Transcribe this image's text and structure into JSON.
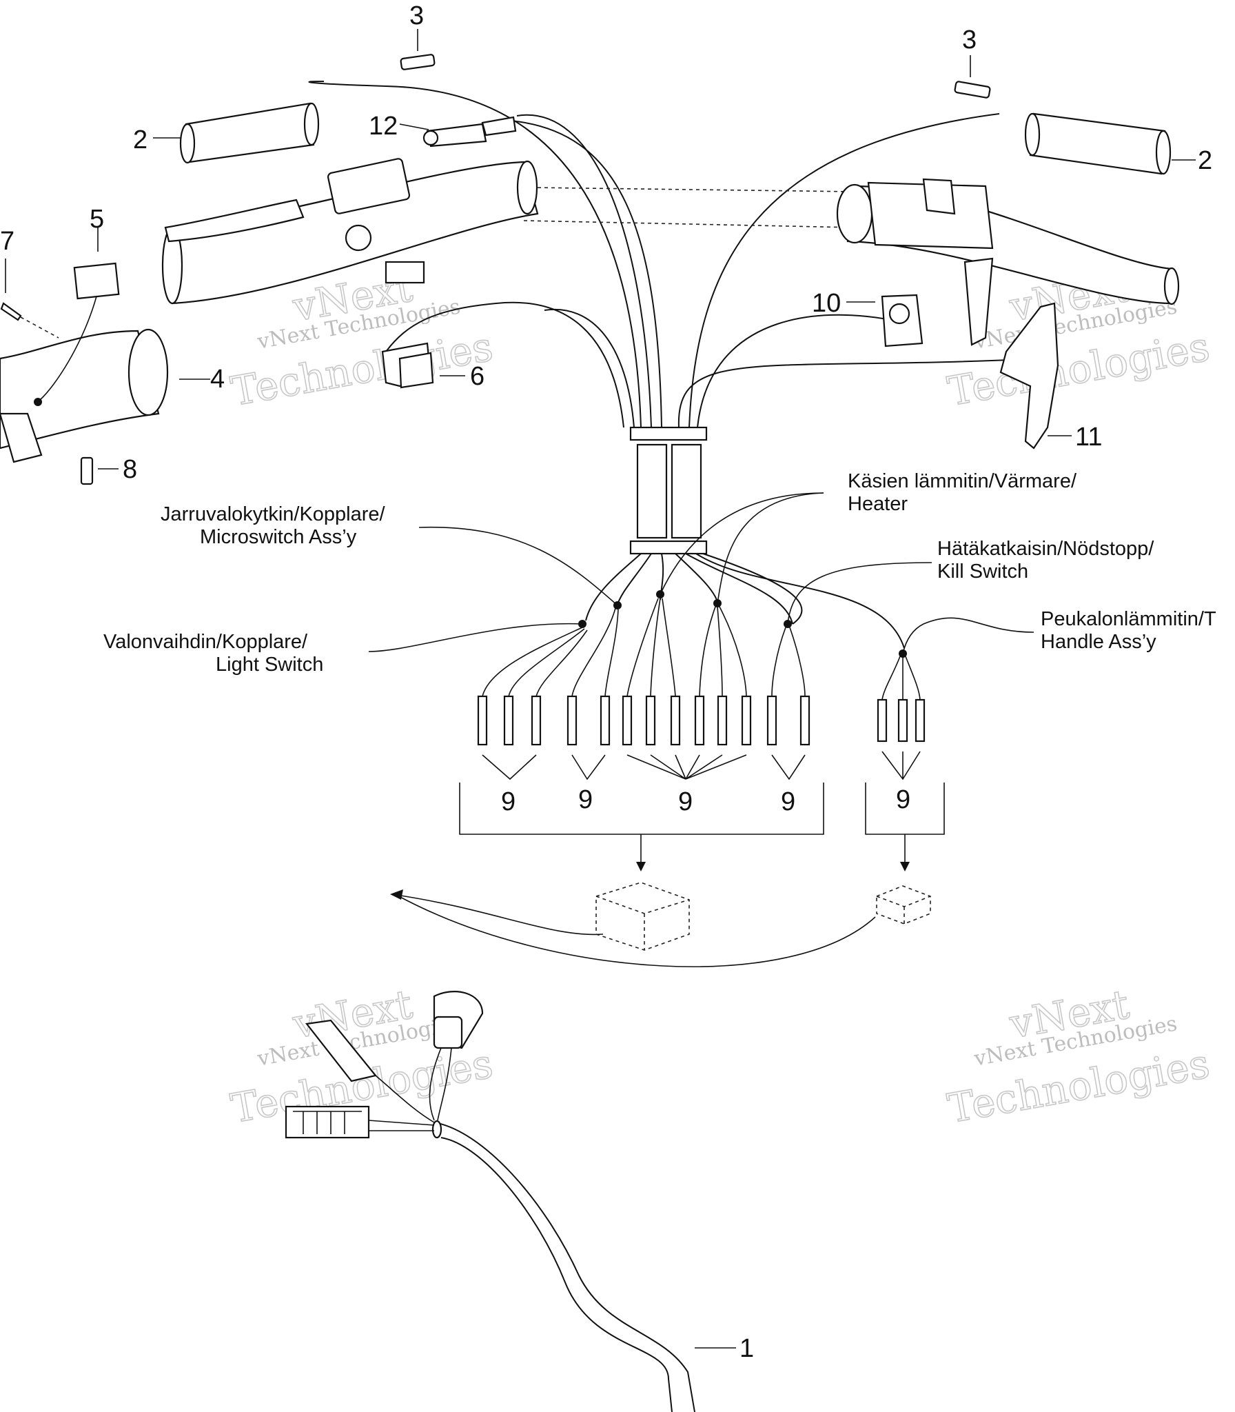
{
  "callouts": {
    "c1": "1",
    "c2_left": "2",
    "c2_right": "2",
    "c3_left": "3",
    "c3_right": "3",
    "c4": "4",
    "c5": "5",
    "c6": "6",
    "c7": "7",
    "c8": "8",
    "c9_a": "9",
    "c9_b": "9",
    "c9_c": "9",
    "c9_d": "9",
    "c9_e": "9",
    "c10": "10",
    "c11": "11",
    "c12": "12"
  },
  "labels": {
    "brake_switch_l1": "Jarruvalokytkin/Kopplare/",
    "brake_switch_l2": "Microswitch Ass’y",
    "light_switch_l1": "Valonvaihdin/Kopplare/",
    "light_switch_l2": "Light Switch",
    "heater_l1": "Käsien lämmitin/Värmare/",
    "heater_l2": "Heater",
    "kill_switch_l1": "Hätäkatkaisin/Nödstopp/",
    "kill_switch_l2": "Kill Switch",
    "thumb_heater_l1": "Peukalonlämmitin/T",
    "thumb_heater_l2": "Handle Ass’y"
  },
  "watermark": {
    "line1": "vNext",
    "line2": "vNext Technologies",
    "line3": "Technologies"
  }
}
